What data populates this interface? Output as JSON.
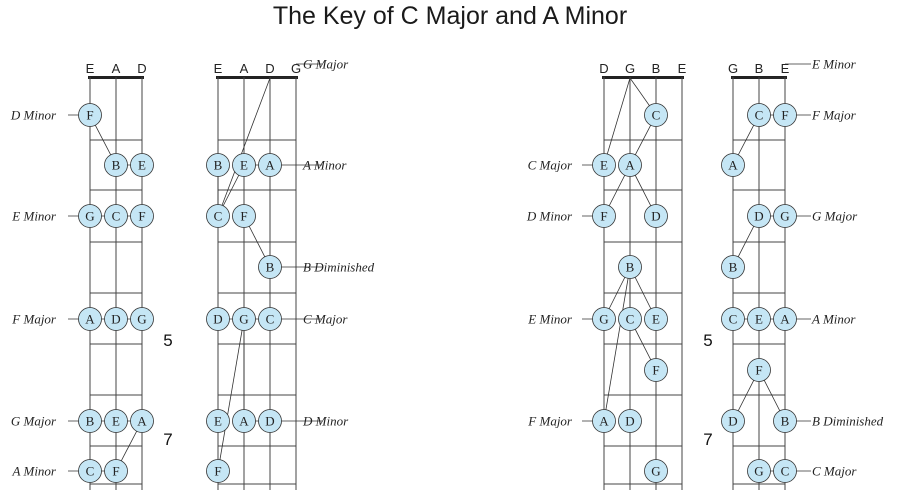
{
  "title": "The Key of C Major and A Minor",
  "colors": {
    "note_fill": "#c5e6f5",
    "ink": "#333333",
    "fret": "#444444"
  },
  "fret_markers": {
    "fifth": "5",
    "seventh": "7"
  },
  "diagrams": [
    {
      "id": "left-1",
      "strings": [
        "E",
        "A",
        "D"
      ],
      "notes": [
        {
          "label": "F",
          "string": 0,
          "fret": 1
        },
        {
          "label": "B",
          "string": 1,
          "fret": 2
        },
        {
          "label": "E",
          "string": 2,
          "fret": 2
        },
        {
          "label": "G",
          "string": 0,
          "fret": 3
        },
        {
          "label": "C",
          "string": 1,
          "fret": 3
        },
        {
          "label": "F",
          "string": 2,
          "fret": 3
        },
        {
          "label": "A",
          "string": 0,
          "fret": 5
        },
        {
          "label": "D",
          "string": 1,
          "fret": 5
        },
        {
          "label": "G",
          "string": 2,
          "fret": 5
        },
        {
          "label": "B",
          "string": 0,
          "fret": 7
        },
        {
          "label": "E",
          "string": 1,
          "fret": 7
        },
        {
          "label": "A",
          "string": 2,
          "fret": 7
        },
        {
          "label": "C",
          "string": 0,
          "fret": 8
        },
        {
          "label": "F",
          "string": 1,
          "fret": 8
        }
      ],
      "chords": [
        {
          "name": "D Minor",
          "side": "left",
          "fret": 1,
          "notes": [
            0,
            1,
            2
          ]
        },
        {
          "name": "E Minor",
          "side": "left",
          "fret": 3,
          "notes": [
            3,
            4,
            5
          ]
        },
        {
          "name": "F Major",
          "side": "left",
          "fret": 5,
          "notes": [
            6,
            7,
            8
          ]
        },
        {
          "name": "G Major",
          "side": "left",
          "fret": 7,
          "notes": [
            9,
            10,
            11
          ]
        },
        {
          "name": "A Minor",
          "side": "left",
          "fret": 8,
          "notes": [
            12,
            13,
            11
          ]
        }
      ]
    },
    {
      "id": "left-2",
      "strings": [
        "E",
        "A",
        "D",
        "G"
      ],
      "notes": [
        {
          "label": "B",
          "string": 0,
          "fret": 2
        },
        {
          "label": "E",
          "string": 1,
          "fret": 2
        },
        {
          "label": "A",
          "string": 2,
          "fret": 2
        },
        {
          "label": "C",
          "string": 0,
          "fret": 3
        },
        {
          "label": "F",
          "string": 1,
          "fret": 3
        },
        {
          "label": "B",
          "string": 2,
          "fret": 4
        },
        {
          "label": "D",
          "string": 0,
          "fret": 5
        },
        {
          "label": "G",
          "string": 1,
          "fret": 5
        },
        {
          "label": "C",
          "string": 2,
          "fret": 5
        },
        {
          "label": "E",
          "string": 0,
          "fret": 7
        },
        {
          "label": "A",
          "string": 1,
          "fret": 7
        },
        {
          "label": "D",
          "string": 2,
          "fret": 7
        },
        {
          "label": "F",
          "string": 0,
          "fret": 8
        }
      ],
      "chords": [
        {
          "name": "G Major",
          "side": "right",
          "fret": 0,
          "notes": [
            0,
            3,
            "open-2",
            "open-3"
          ]
        },
        {
          "name": "A Minor",
          "side": "right",
          "fret": 2,
          "notes": [
            3,
            1,
            2
          ]
        },
        {
          "name": "B Diminished",
          "side": "right",
          "fret": 4,
          "notes": [
            4,
            5
          ]
        },
        {
          "name": "C Major",
          "side": "right",
          "fret": 5,
          "notes": [
            6,
            7,
            8
          ]
        },
        {
          "name": "D Minor",
          "side": "right",
          "fret": 7,
          "notes": [
            12,
            7,
            10,
            11
          ]
        }
      ]
    },
    {
      "id": "right-1",
      "strings": [
        "D",
        "G",
        "B",
        "E"
      ],
      "notes": [
        {
          "label": "C",
          "string": 2,
          "fret": 1
        },
        {
          "label": "E",
          "string": 0,
          "fret": 2
        },
        {
          "label": "A",
          "string": 1,
          "fret": 2
        },
        {
          "label": "F",
          "string": 0,
          "fret": 3
        },
        {
          "label": "D",
          "string": 2,
          "fret": 3
        },
        {
          "label": "B",
          "string": 1,
          "fret": 4
        },
        {
          "label": "G",
          "string": 0,
          "fret": 5
        },
        {
          "label": "C",
          "string": 1,
          "fret": 5
        },
        {
          "label": "E",
          "string": 2,
          "fret": 5
        },
        {
          "label": "F",
          "string": 2,
          "fret": 6
        },
        {
          "label": "A",
          "string": 0,
          "fret": 7
        },
        {
          "label": "D",
          "string": 1,
          "fret": 7
        },
        {
          "label": "G",
          "string": 2,
          "fret": 8
        }
      ],
      "chords": [
        {
          "name": "C Major",
          "side": "left",
          "fret": 2,
          "notes": [
            1,
            "open-1",
            0,
            2
          ]
        },
        {
          "name": "D Minor",
          "side": "left",
          "fret": 3,
          "notes": [
            3,
            2,
            4
          ]
        },
        {
          "name": "E Minor",
          "side": "left",
          "fret": 5,
          "notes": [
            6,
            5,
            8
          ]
        },
        {
          "name": "F Major",
          "side": "left",
          "fret": 7,
          "notes": [
            10,
            5,
            7,
            9
          ]
        }
      ]
    },
    {
      "id": "right-2",
      "strings": [
        "G",
        "B",
        "E"
      ],
      "notes": [
        {
          "label": "C",
          "string": 1,
          "fret": 1
        },
        {
          "label": "F",
          "string": 2,
          "fret": 1
        },
        {
          "label": "A",
          "string": 0,
          "fret": 2
        },
        {
          "label": "D",
          "string": 1,
          "fret": 3
        },
        {
          "label": "G",
          "string": 2,
          "fret": 3
        },
        {
          "label": "B",
          "string": 0,
          "fret": 4
        },
        {
          "label": "C",
          "string": 0,
          "fret": 5
        },
        {
          "label": "E",
          "string": 1,
          "fret": 5
        },
        {
          "label": "A",
          "string": 2,
          "fret": 5
        },
        {
          "label": "F",
          "string": 1,
          "fret": 6
        },
        {
          "label": "D",
          "string": 0,
          "fret": 7
        },
        {
          "label": "B",
          "string": 2,
          "fret": 7
        },
        {
          "label": "G",
          "string": 1,
          "fret": 8
        },
        {
          "label": "C",
          "string": 2,
          "fret": 8
        }
      ],
      "chords": [
        {
          "name": "E Minor",
          "side": "right",
          "fret": 0,
          "notes": [
            "open-1",
            "open-2"
          ]
        },
        {
          "name": "F Major",
          "side": "right",
          "fret": 1,
          "notes": [
            2,
            0,
            1
          ]
        },
        {
          "name": "G Major",
          "side": "right",
          "fret": 3,
          "notes": [
            5,
            3,
            4
          ]
        },
        {
          "name": "A Minor",
          "side": "right",
          "fret": 5,
          "notes": [
            6,
            7,
            8
          ]
        },
        {
          "name": "B Diminished",
          "side": "right",
          "fret": 7,
          "notes": [
            10,
            9,
            11
          ]
        },
        {
          "name": "C Major",
          "side": "right",
          "fret": 8,
          "notes": [
            12,
            13
          ]
        }
      ]
    }
  ]
}
